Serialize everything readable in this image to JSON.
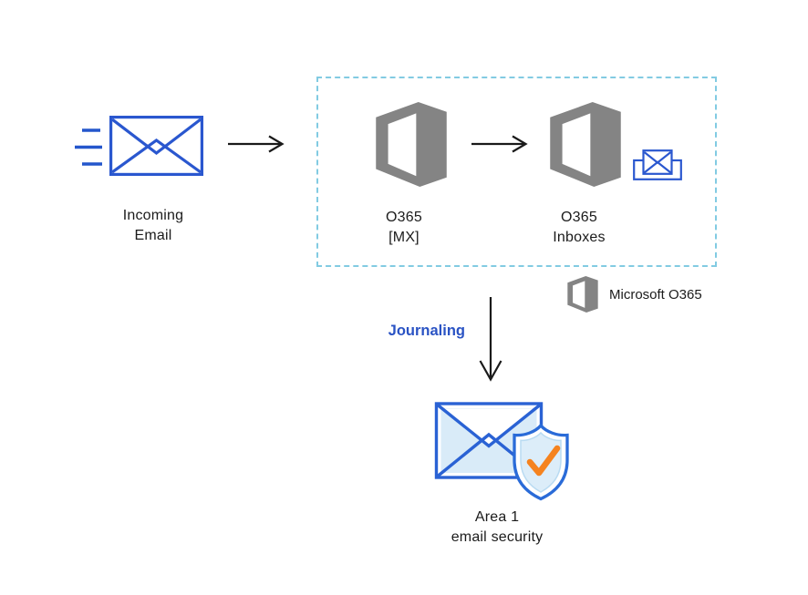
{
  "colors": {
    "envelope-blue": "#2a57cf",
    "speedline-blue": "#2456cc",
    "office-gray": "#848484",
    "dashed-border": "#82cbe2",
    "arrow": "#1a1a1a",
    "journaling-blue": "#2a53c4",
    "area1-fill": "#d9ebf8",
    "area1-stroke": "#2a62d4",
    "shield-stroke": "#2a6bd8",
    "shield-fill": "#dcedf9",
    "shield-inner-edge": "#b9dbf2",
    "check-orange": "#f5831f",
    "label": "#1b1b1b"
  },
  "nodes": {
    "incoming_email": {
      "line1": "Incoming",
      "line2": "Email"
    },
    "o365_mx": {
      "line1": "O365",
      "line2": "[MX]"
    },
    "o365_inboxes": {
      "line1": "O365",
      "line2": "Inboxes"
    },
    "area1": {
      "line1": "Area 1",
      "line2": "email security"
    }
  },
  "flow": {
    "journaling": "Journaling"
  },
  "legend": {
    "microsoft_o365": "Microsoft O365"
  }
}
